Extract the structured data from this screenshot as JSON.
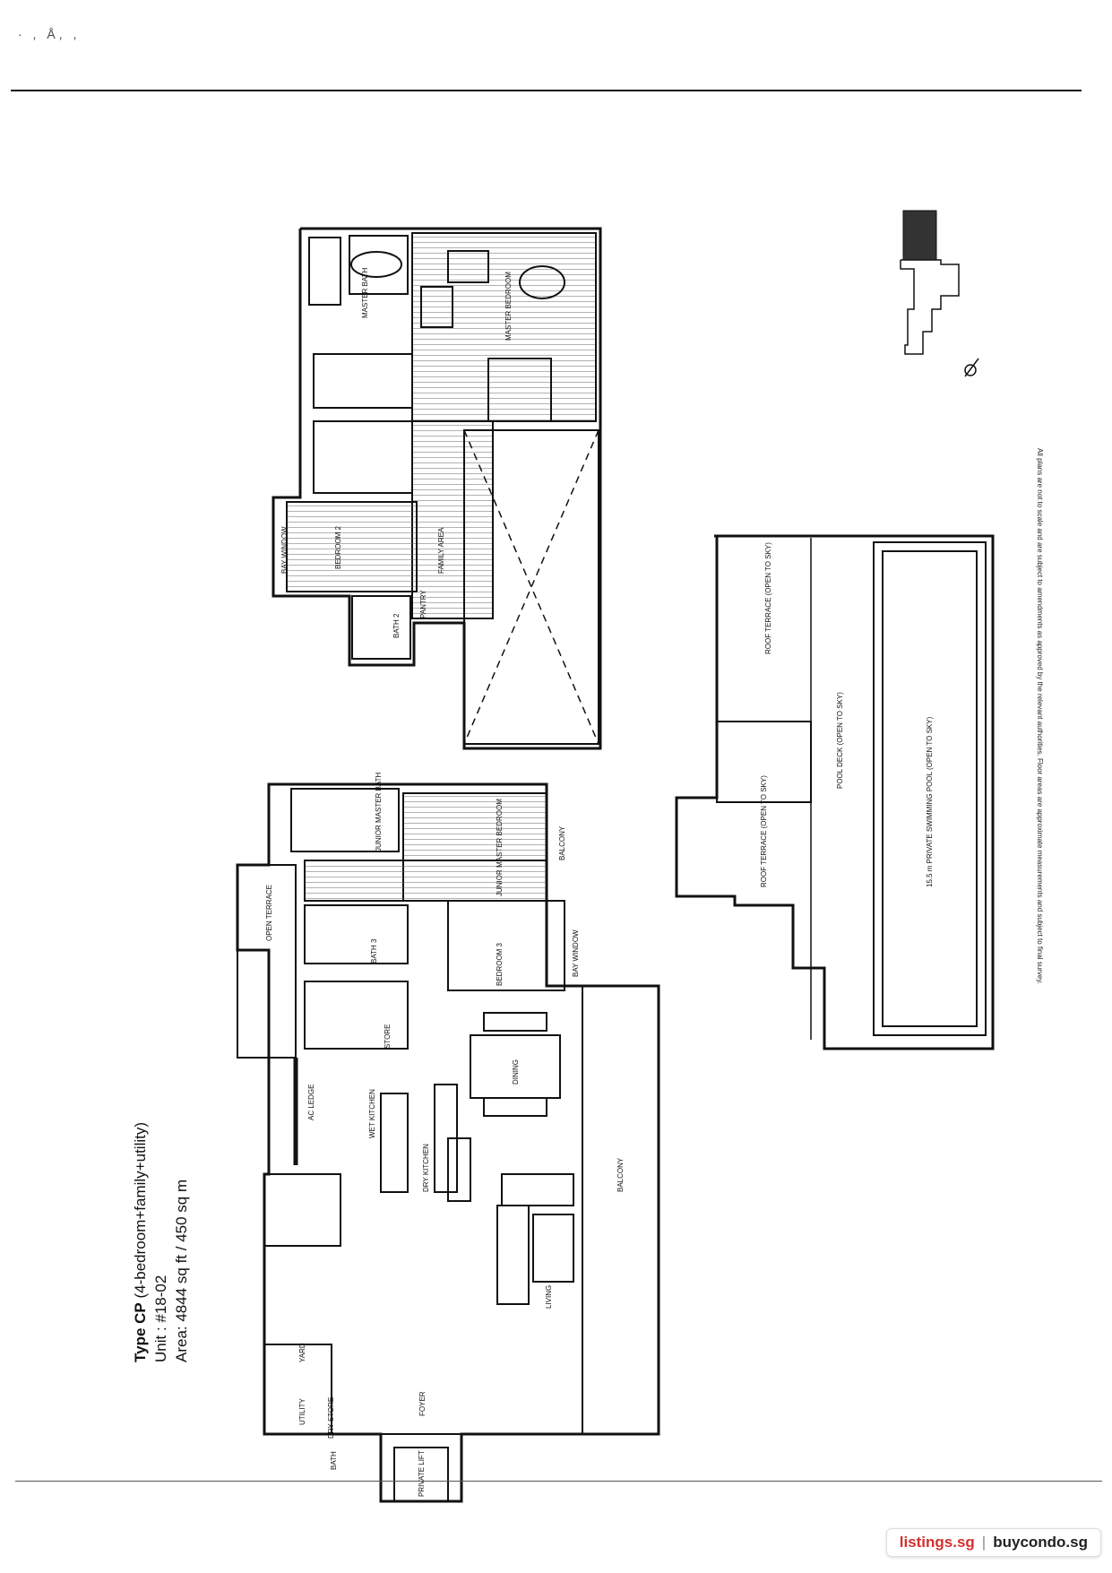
{
  "header_marks": "· , Å, ,",
  "unit_info": {
    "type_line_bold": "Type CP",
    "type_line_rest": " (4-bedroom+family+utility)",
    "unit": "Unit : #18-02",
    "area": "Area: 4844 sq ft / 450 sq m"
  },
  "rooms": {
    "lower": {
      "private_lift": "PRIVATE LIFT",
      "foyer": "FOYER",
      "utility": "UTILITY",
      "dry_store": "DRY STORE",
      "bath": "BATH",
      "yard": "YARD",
      "ac_ledge": "AC LEDGE",
      "wet_kitchen": "WET KITCHEN",
      "dry_kitchen": "DRY KITCHEN",
      "living": "LIVING",
      "dining": "DINING",
      "balcony": "BALCONY",
      "store": "STORE",
      "bath_3": "BATH 3",
      "open_terrace": "OPEN TERRACE",
      "junior_master_bath": "JUNIOR MASTER BATH",
      "junior_master_bedroom": "JUNIOR MASTER BEDROOM",
      "bedroom_3": "BEDROOM 3",
      "bay_window": "BAY WINDOW",
      "balcony_2": "BALCONY"
    },
    "upper": {
      "master_bath": "MASTER BATH",
      "master_bedroom": "MASTER BEDROOM",
      "bedroom_2": "BEDROOM 2",
      "family_area": "FAMILY AREA",
      "bath_2": "BATH 2",
      "pantry": "PANTRY",
      "bay_window": "BAY WINDOW"
    },
    "roof": {
      "roof_terrace_1": "ROOF TERRACE (OPEN TO SKY)",
      "roof_terrace_2": "ROOF TERRACE (OPEN TO SKY)",
      "pool_deck": "POOL DECK (OPEN TO SKY)",
      "pool": "15.5 m PRIVATE SWIMMING POOL (OPEN TO SKY)"
    }
  },
  "footnote": "All plans are not to scale and are subject to amendments as approved by the relevant authorities. Floor areas are approximate measurements and subject to final survey.",
  "branding": {
    "left": "listings.sg",
    "separator": "|",
    "right": "buycondo.sg"
  },
  "colors": {
    "line": "#111111",
    "hatch": "#555555",
    "brand_red": "#d32f2f"
  }
}
